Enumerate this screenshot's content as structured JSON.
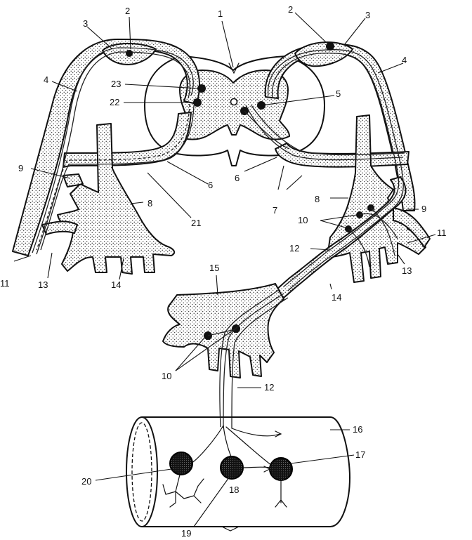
{
  "labels": {
    "l1": "1",
    "l2a": "2",
    "l2b": "2",
    "l3a": "3",
    "l3b": "3",
    "l4a": "4",
    "l4b": "4",
    "l5": "5",
    "l6a": "6",
    "l6b": "6",
    "l7": "7",
    "l8a": "8",
    "l8b": "8",
    "l9a": "9",
    "l9b": "9",
    "l10a": "10",
    "l10b": "10",
    "l11a": "11",
    "l11b": "11",
    "l12a": "12",
    "l12b": "12",
    "l13a": "13",
    "l13b": "13",
    "l14a": "14",
    "l14b": "14",
    "l15": "15",
    "l16": "16",
    "l17": "17",
    "l18": "18",
    "l19": "19",
    "l20": "20",
    "l21": "21",
    "l22": "22",
    "l23": "23"
  }
}
